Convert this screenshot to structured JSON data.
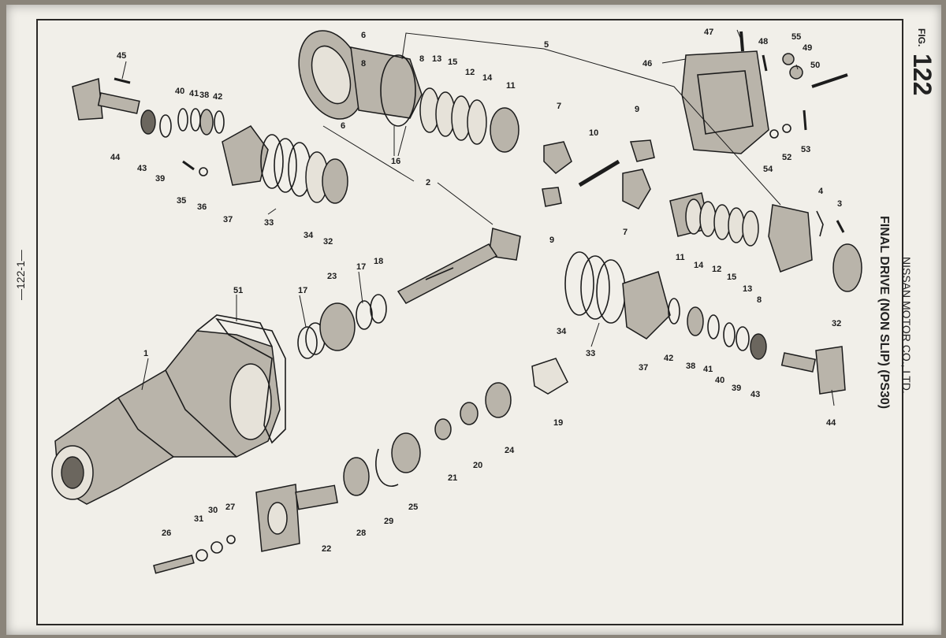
{
  "header": {
    "fig_prefix": "FIG.",
    "fig_number": "122",
    "company": "NISSAN MOTOR CO., LTD.",
    "title": "FINAL DRIVE (NON SLIP) (PS30)"
  },
  "footer": {
    "page_number": "—122-1—"
  },
  "colors": {
    "paper": "#f1efe9",
    "ink": "#1c1c1c",
    "part_shade": "#b9b4aa"
  },
  "callouts": {
    "c1": "1",
    "c2": "2",
    "c3": "3",
    "c4": "4",
    "c5": "5",
    "c6a": "6",
    "c6b": "6",
    "c7a": "7",
    "c7b": "7",
    "c8a": "8",
    "c8b": "8",
    "c8c": "8",
    "c9a": "9",
    "c9b": "9",
    "c10": "10",
    "c11a": "11",
    "c11b": "11",
    "c12a": "12",
    "c12b": "12",
    "c13a": "13",
    "c13b": "13",
    "c14a": "14",
    "c14b": "14",
    "c15a": "15",
    "c15b": "15",
    "c16": "16",
    "c17a": "17",
    "c17b": "17",
    "c18": "18",
    "c19": "19",
    "c20": "20",
    "c21": "21",
    "c22": "22",
    "c23": "23",
    "c24": "24",
    "c25": "25",
    "c26": "26",
    "c27": "27",
    "c28": "28",
    "c29": "29",
    "c30": "30",
    "c31": "31",
    "c32a": "32",
    "c32b": "32",
    "c33a": "33",
    "c33b": "33",
    "c34a": "34",
    "c34b": "34",
    "c35": "35",
    "c36": "36",
    "c37a": "37",
    "c37b": "37",
    "c38a": "38",
    "c38b": "38",
    "c39a": "39",
    "c39b": "39",
    "c40a": "40",
    "c40b": "40",
    "c41a": "41",
    "c41b": "41",
    "c42a": "42",
    "c42b": "42",
    "c43a": "43",
    "c43b": "43",
    "c44a": "44",
    "c44b": "44",
    "c45": "45",
    "c46": "46",
    "c47": "47",
    "c48": "48",
    "c49": "49",
    "c50": "50",
    "c51": "51",
    "c52": "52",
    "c53": "53",
    "c54": "54",
    "c55": "55"
  }
}
